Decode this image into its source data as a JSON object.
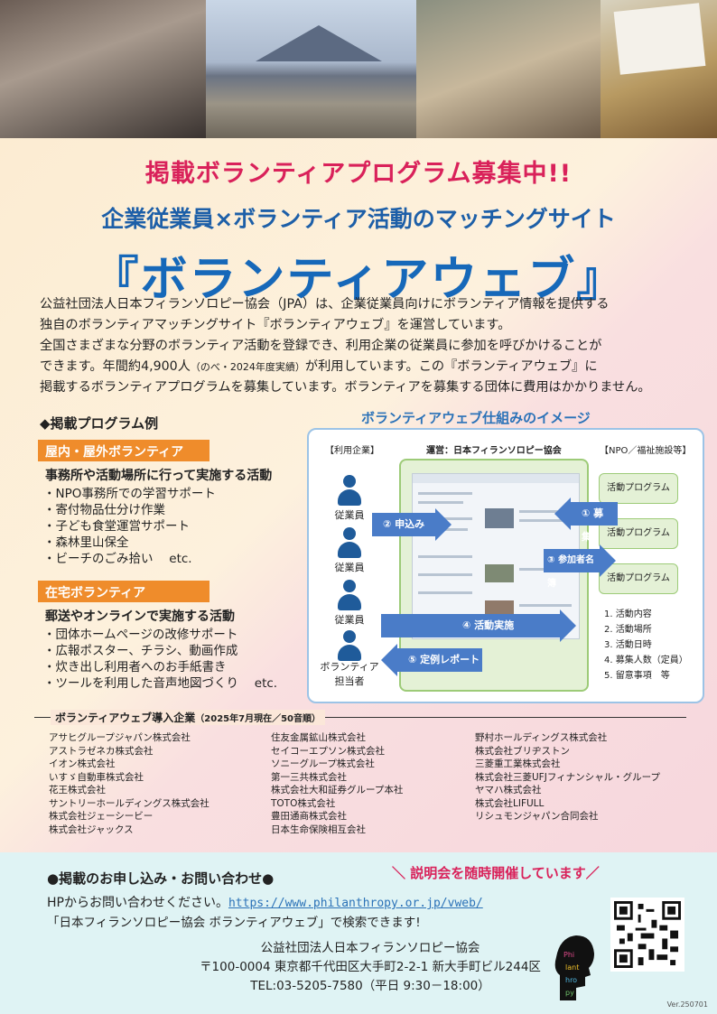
{
  "photos": [
    "photo-1",
    "photo-2",
    "photo-3",
    "photo-4"
  ],
  "headline": {
    "line1": "掲載ボランティアプログラム募集中!!",
    "line2": "企業従業員×ボランティア活動のマッチングサイト",
    "line3": "『ボランティアウェブ』"
  },
  "intro": {
    "p1": "公益社団法人日本フィランソロピー協会（JPA）は、企業従業員向けにボランティア情報を提供する",
    "p2": "独自のボランティアマッチングサイト『ボランティアウェブ』を運営しています。",
    "p3": "全国さまざまな分野のボランティア活動を登録でき、利用企業の従業員に参加を呼びかけることが",
    "p4a": "できます。年間約4,900人",
    "p4note": "（のべ・2024年度実績）",
    "p4b": "が利用しています。この『ボランティアウェブ』に",
    "p5": "掲載するボランティアプログラムを募集しています。ボランティアを募集する団体に費用はかかりません。"
  },
  "examples": {
    "title": "◆掲載プログラム例",
    "cat1": {
      "label": "屋内・屋外ボランティア",
      "sub": "事務所や活動場所に行って実施する活動",
      "items": [
        "・NPO事務所での学習サポート",
        "・寄付物品仕分け作業",
        "・子ども食堂運営サポート",
        "・森林里山保全",
        "・ビーチのごみ拾い　 etc."
      ]
    },
    "cat2": {
      "label": "在宅ボランティア",
      "sub": "郵送やオンラインで実施する活動",
      "items": [
        "・団体ホームページの改修サポート",
        "・広報ポスター、チラシ、動画作成",
        "・炊き出し利用者へのお手紙書き",
        "・ツールを利用した音声地図づくり　 etc."
      ]
    }
  },
  "diagram": {
    "title": "ボランティアウェブ仕組みのイメージ",
    "left_label": "【利用企業】",
    "center_label": "運営：日本フィランソロピー協会",
    "right_label": "【NPO／福祉施設等】",
    "persons": [
      "従業員",
      "従業員",
      "従業員"
    ],
    "coordinator": [
      "ボランティア",
      "担当者"
    ],
    "programs": [
      "活動プログラム",
      "活動プログラム",
      "活動プログラム"
    ],
    "arrows": {
      "a1": "① 募　集",
      "a2": "② 申込み",
      "a3": "③ 参加者名簿",
      "a4": "④ 活動実施",
      "a5": "⑤ 定例レポート"
    },
    "items": [
      "1. 活動内容",
      "2. 活動場所",
      "3. 活動日時",
      "4. 募集人数（定員）",
      "5. 留意事項　等"
    ]
  },
  "companies": {
    "title": "ボランティアウェブ導入企業",
    "note": "（2025年7月現在／50音順）",
    "col1": [
      "アサヒグループジャパン株式会社",
      "アストラゼネカ株式会社",
      "イオン株式会社",
      "いすゞ自動車株式会社",
      "花王株式会社",
      "サントリーホールディングス株式会社",
      "株式会社ジェーシービー",
      "株式会社ジャックス"
    ],
    "col2": [
      "住友金属鉱山株式会社",
      "セイコーエプソン株式会社",
      "ソニーグループ株式会社",
      "第一三共株式会社",
      "株式会社大和証券グループ本社",
      "TOTO株式会社",
      "豊田通商株式会社",
      "日本生命保険相互会社"
    ],
    "col3": [
      "野村ホールディングス株式会社",
      "株式会社ブリヂストン",
      "三菱重工業株式会社",
      "株式会社三菱UFJフィナンシャル・グループ",
      "ヤマハ株式会社",
      "株式会社LIFULL",
      "リシュモンジャパン合同会社"
    ]
  },
  "contact": {
    "title": "●掲載のお申し込み・お問い合わせ●",
    "seminar": "＼ 説明会を随時開催しています／",
    "line1": "HPからお問い合わせください。",
    "url": "https://www.philanthropy.or.jp/vweb/",
    "line2": "「日本フィランソロピー協会 ボランティアウェブ」で検索できます!",
    "org": "公益社団法人日本フィランソロピー協会",
    "address": "〒100-0004 東京都千代田区大手町2-2-1 新大手町ビル244区",
    "tel": "TEL:03-5205-7580（平日 9:30－18:00）",
    "logo_text": "Philanthropy",
    "version": "Ver.250701"
  },
  "colors": {
    "headline_pink": "#d9215a",
    "headline_blue": "#1668b9",
    "category_orange": "#ef8c2b",
    "arrow_blue": "#4a7cc8"
  }
}
